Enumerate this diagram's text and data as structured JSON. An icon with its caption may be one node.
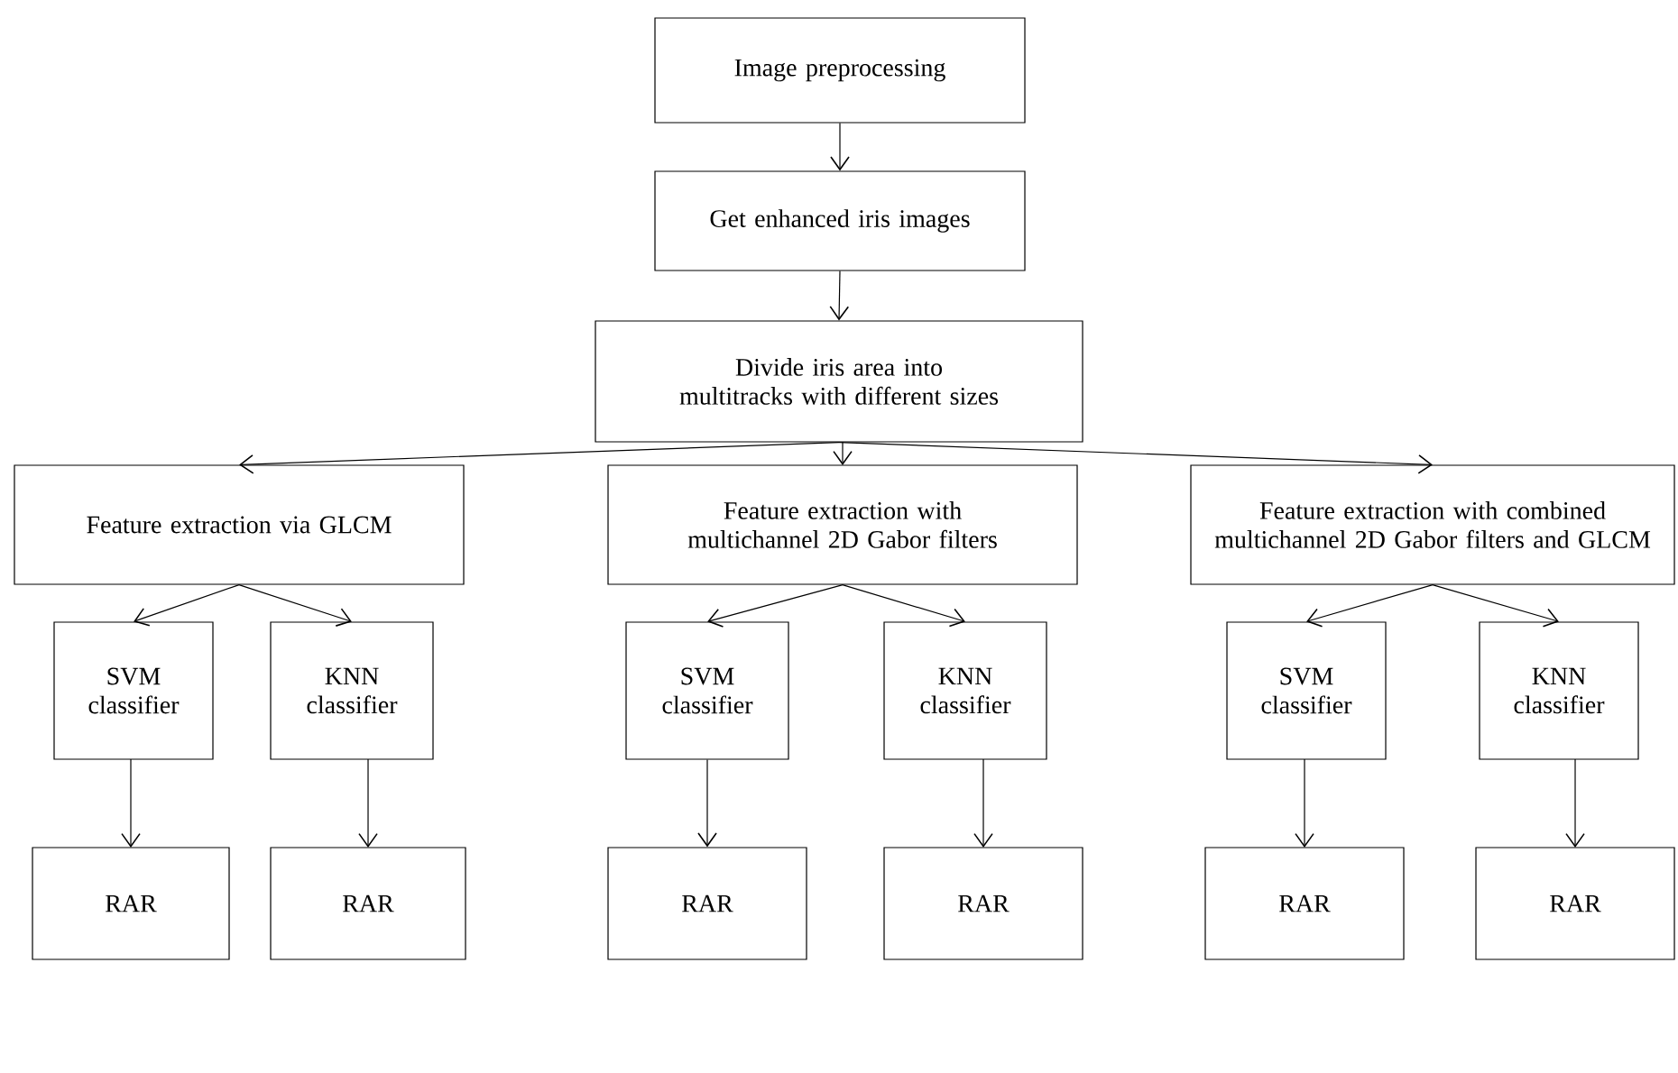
{
  "diagram": {
    "nodes": [
      {
        "text": [
          "Image preprocessing"
        ]
      },
      {
        "text": [
          "Get enhanced iris images"
        ]
      },
      {
        "text": [
          "Divide iris area into multitracks with different sizes"
        ]
      },
      {
        "text": [
          "Feature extraction via GLCM"
        ]
      },
      {
        "text": [
          "Feature extraction with multichannel 2D Gabor filters"
        ]
      },
      {
        "text": [
          "Feature extraction with combined multichannel 2D Gabor filters and GLCM"
        ]
      },
      {
        "text": [
          "SVM classifier"
        ]
      },
      {
        "text": [
          "KNN classifier"
        ]
      },
      {
        "text": [
          "SVM classifier"
        ]
      },
      {
        "text": [
          "KNN classifier"
        ]
      },
      {
        "text": [
          "SVM classifier"
        ]
      },
      {
        "text": [
          "KNN classifier"
        ]
      },
      {
        "text": [
          "RAR"
        ]
      },
      {
        "text": [
          "RAR"
        ]
      },
      {
        "text": [
          "RAR"
        ]
      },
      {
        "text": [
          "RAR"
        ]
      },
      {
        "text": [
          "RAR"
        ]
      },
      {
        "text": [
          "RAR"
        ]
      }
    ],
    "edges": [
      {
        "from": 0,
        "to": 1,
        "arrow": "to"
      },
      {
        "from": 1,
        "to": 2,
        "arrow": "to"
      },
      {
        "from": 2,
        "to": 3,
        "arrow": "to"
      },
      {
        "from": 2,
        "to": 4,
        "arrow": "to"
      },
      {
        "from": 2,
        "to": 5,
        "arrow": "to"
      },
      {
        "from": 3,
        "to": 6,
        "arrow": "to"
      },
      {
        "from": 3,
        "to": 7,
        "arrow": "to"
      },
      {
        "from": 4,
        "to": 8,
        "arrow": "to"
      },
      {
        "from": 4,
        "to": 9,
        "arrow": "to"
      },
      {
        "from": 5,
        "to": 10,
        "arrow": "to"
      },
      {
        "from": 5,
        "to": 11,
        "arrow": "to"
      },
      {
        "from": 6,
        "to": 12,
        "arrow": "to"
      },
      {
        "from": 7,
        "to": 13,
        "arrow": "to"
      },
      {
        "from": 8,
        "to": 14,
        "arrow": "to"
      },
      {
        "from": 9,
        "to": 15,
        "arrow": "to"
      },
      {
        "from": 10,
        "to": 16,
        "arrow": "to"
      },
      {
        "from": 11,
        "to": 17,
        "arrow": "to"
      }
    ]
  }
}
